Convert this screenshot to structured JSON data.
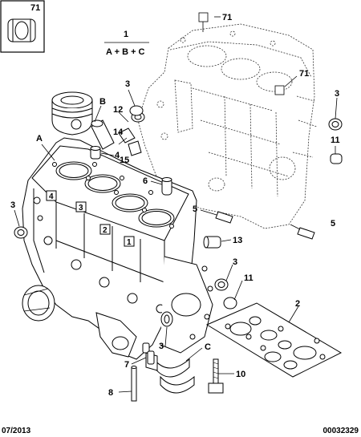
{
  "callouts": {
    "c71_inset": "71",
    "c71_top": "71",
    "c71_right": "71",
    "c1": "1",
    "formula": "A + B + C",
    "cA": "A",
    "cB": "B",
    "cC": "C",
    "c3_top": "3",
    "c3_right": "3",
    "c3_left": "3",
    "c3_mid": "3",
    "c3_bottom": "3",
    "c12": "12",
    "c14": "14",
    "c4": "4",
    "c15": "15",
    "c6": "6",
    "c5_mid": "5",
    "c5_right": "5",
    "c11_right": "11",
    "c11_mid": "11",
    "c13": "13",
    "c2": "2",
    "c7": "7",
    "c8": "8",
    "c10": "10",
    "cyl1": "1",
    "cyl2": "2",
    "cyl3": "3",
    "cyl4": "4"
  },
  "footer": {
    "date": "07/2013",
    "ref": "00032329"
  }
}
